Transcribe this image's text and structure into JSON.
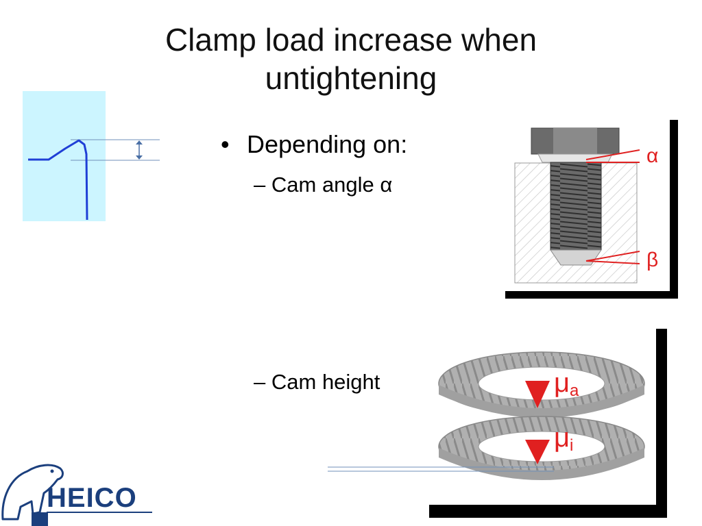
{
  "slide": {
    "title_line1": "Clamp load increase when",
    "title_line2": "untightening",
    "bullet": "Depending on:",
    "bullet_symbol": "•",
    "sub_items": [
      {
        "dash": "–",
        "text": "Cam angle α"
      },
      {
        "dash": "–",
        "text": "Cam height"
      }
    ]
  },
  "bolt_figure": {
    "label_top": "α",
    "label_bottom": "β"
  },
  "washer_figure": {
    "label_top": "μ",
    "label_top_sub": "a",
    "label_bottom": "μ",
    "label_bottom_sub": "i"
  },
  "logo": {
    "text": "HEICO"
  },
  "colors": {
    "accent_blue": "#1f3fd6",
    "panel_cyan": "#ccf5ff",
    "brand_navy": "#1b3f7d",
    "label_red": "#e02020"
  }
}
